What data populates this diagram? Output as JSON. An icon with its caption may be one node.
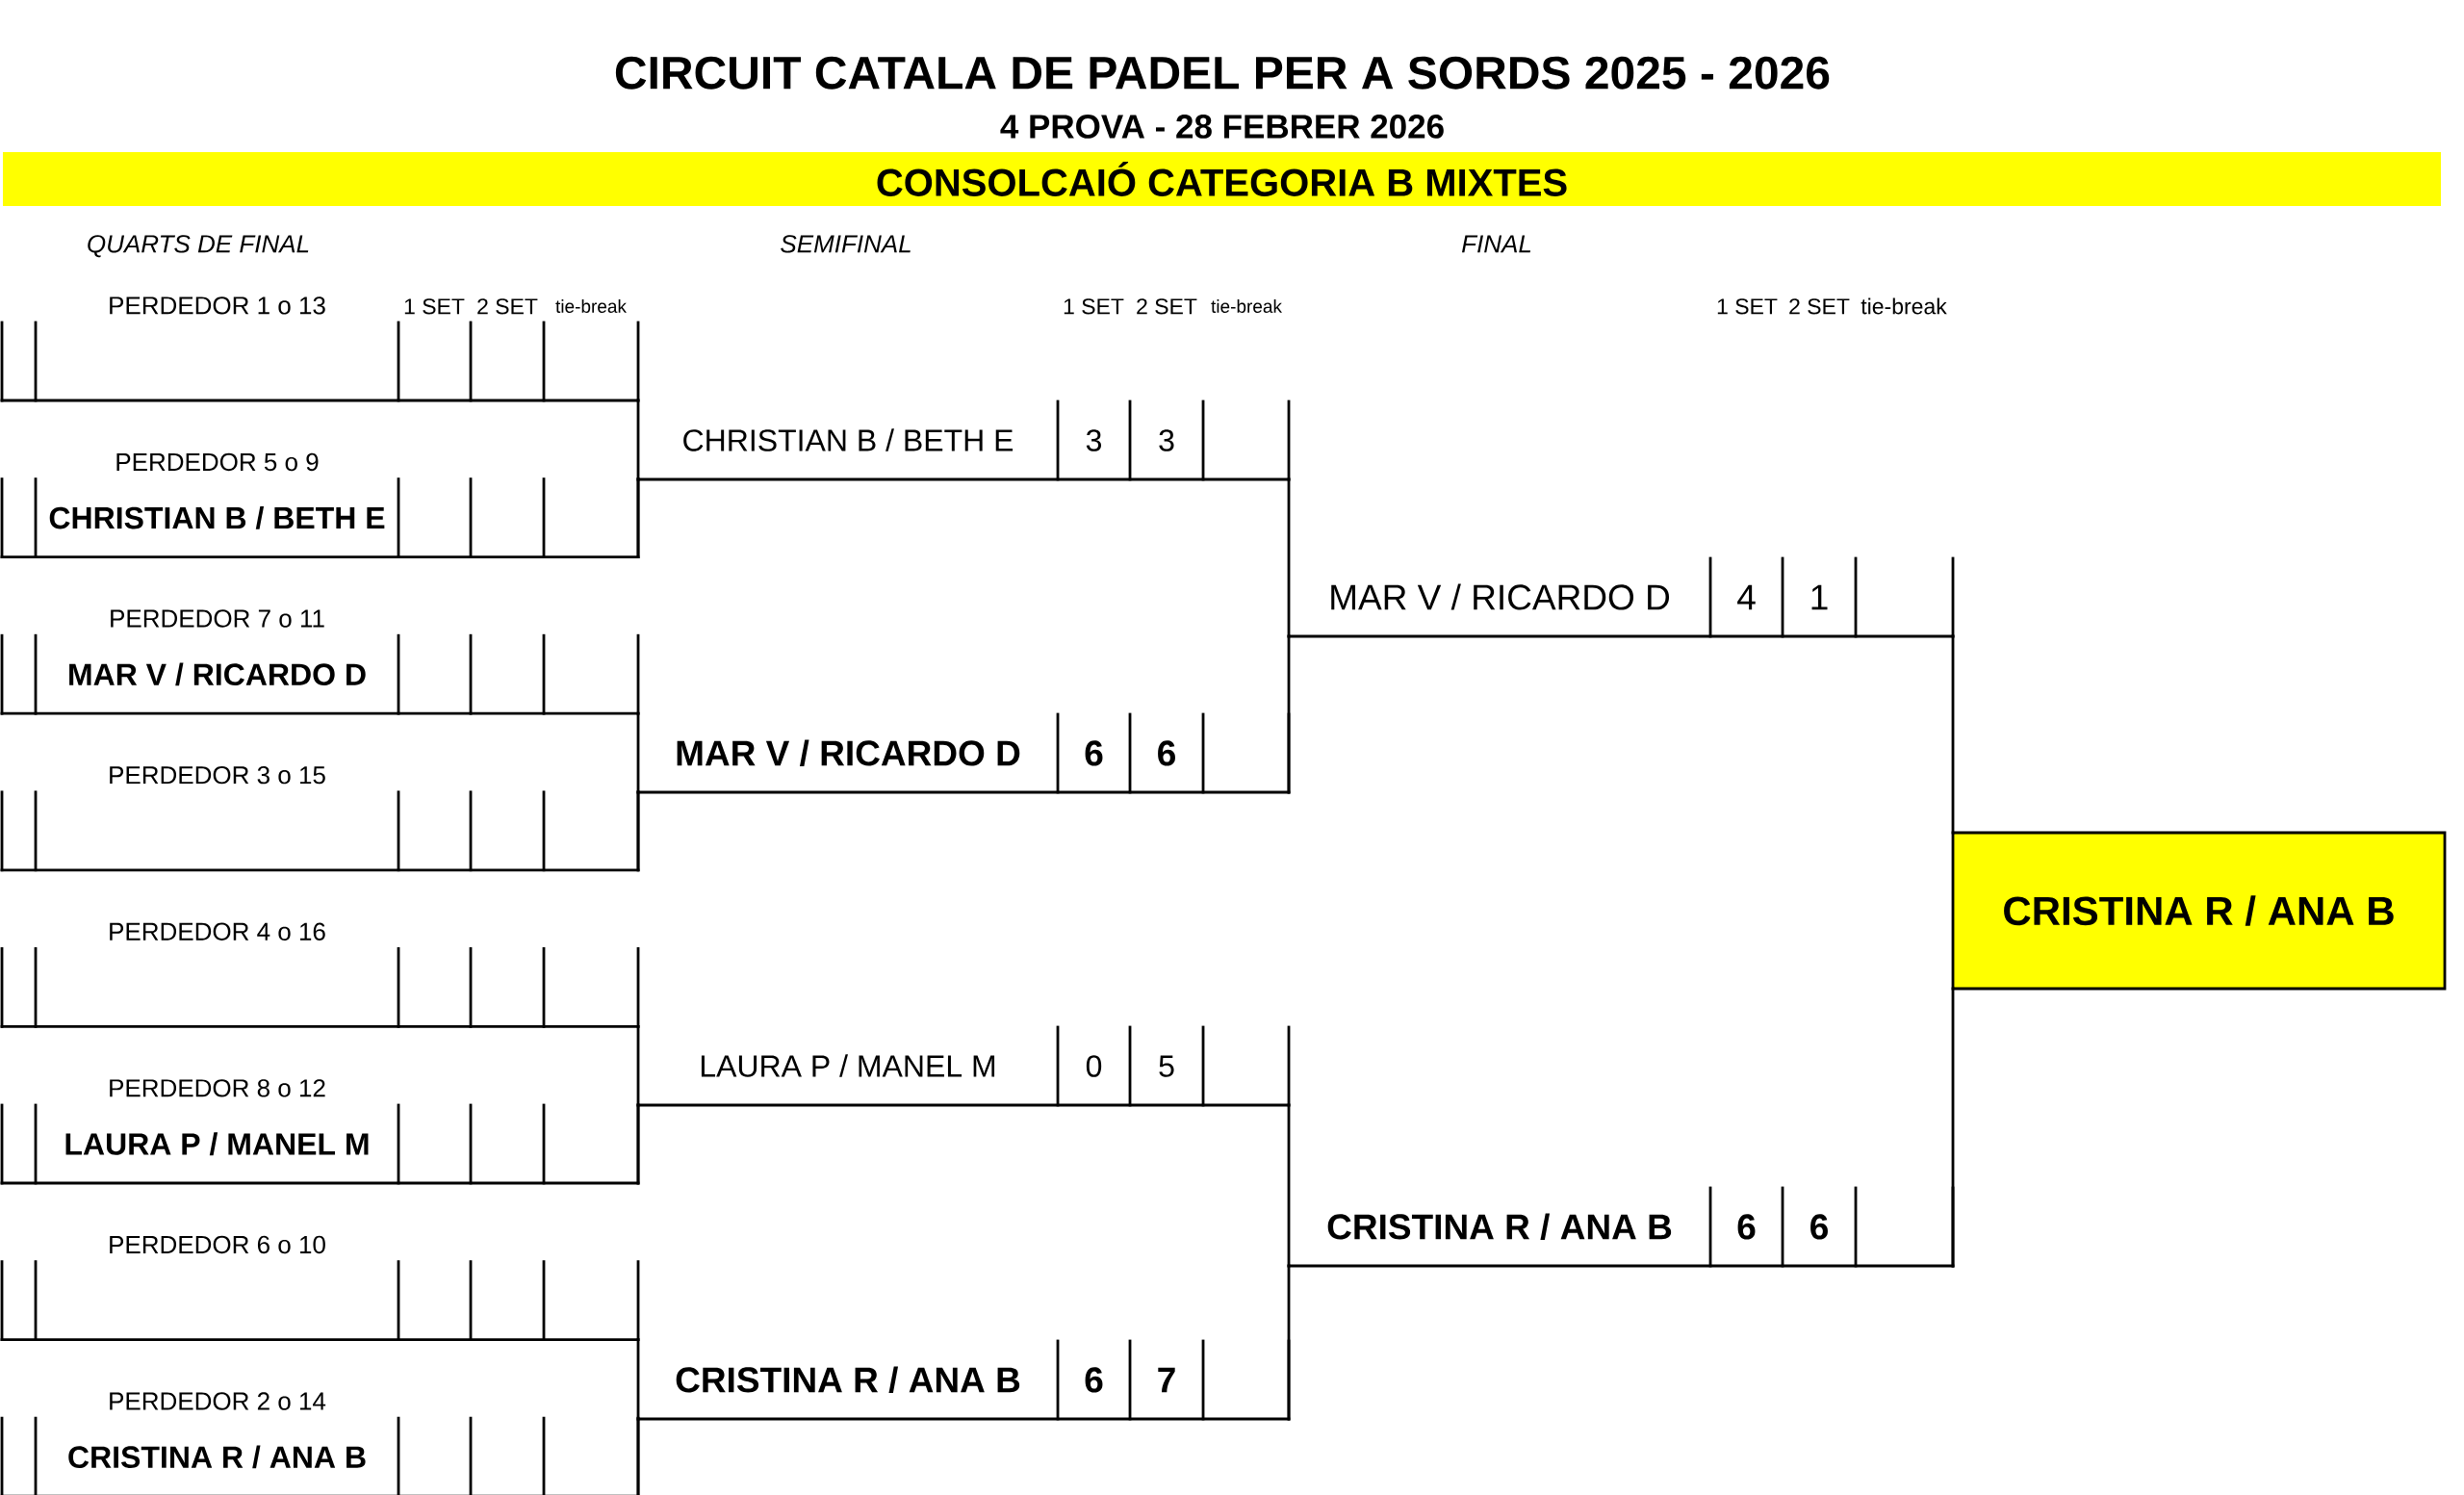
{
  "diagram": {
    "title": "CIRCUIT CATALA DE PADEL PER A SORDS 2025 - 2026",
    "nodes": [
      {
        "text": [
          "CONSOLCAIÓ CATEGORIA B MIXTES"
        ]
      },
      {
        "text": [
          "PERDEDOR 1 o 13"
        ]
      },
      {
        "text": [
          "PERDEDOR 5 o 9",
          "CHRISTIAN B / BETH E"
        ]
      },
      {
        "text": [
          "PERDEDOR 7 o 11",
          "MAR V / RICARDO D"
        ]
      },
      {
        "text": [
          "PERDEDOR 3 o 15"
        ]
      },
      {
        "text": [
          "PERDEDOR 4 o 16"
        ]
      },
      {
        "text": [
          "PERDEDOR 8 o 12",
          "LAURA P / MANEL M"
        ]
      },
      {
        "text": [
          "PERDEDOR 6 o 10"
        ]
      },
      {
        "text": [
          "PERDEDOR 2 o 14",
          "CRISTINA R / ANA B"
        ]
      },
      {
        "text": [
          "CHRISTIAN B / BETH E",
          "3",
          "3"
        ]
      },
      {
        "text": [
          "MAR V / RICARDO D",
          "6",
          "6"
        ]
      },
      {
        "text": [
          "LAURA P / MANEL M",
          "0",
          "5"
        ]
      },
      {
        "text": [
          "CRISTINA R / ANA B",
          "6",
          "7"
        ]
      },
      {
        "text": [
          "MAR V / RICARDO D",
          "4",
          "1"
        ]
      },
      {
        "text": [
          "CRISTINA R / ANA B",
          "6",
          "6"
        ]
      },
      {
        "text": [
          "CRISTINA R / ANA B"
        ]
      }
    ],
    "edges": [
      {
        "from": 1,
        "to": 9,
        "arrow": "none"
      },
      {
        "from": 2,
        "to": 9,
        "arrow": "none"
      },
      {
        "from": 3,
        "to": 10,
        "arrow": "none"
      },
      {
        "from": 4,
        "to": 10,
        "arrow": "none"
      },
      {
        "from": 5,
        "to": 11,
        "arrow": "none"
      },
      {
        "from": 6,
        "to": 11,
        "arrow": "none"
      },
      {
        "from": 7,
        "to": 12,
        "arrow": "none"
      },
      {
        "from": 8,
        "to": 12,
        "arrow": "none"
      },
      {
        "from": 9,
        "to": 13,
        "arrow": "none"
      },
      {
        "from": 10,
        "to": 13,
        "arrow": "none"
      },
      {
        "from": 11,
        "to": 14,
        "arrow": "none"
      },
      {
        "from": 12,
        "to": 14,
        "arrow": "none"
      },
      {
        "from": 13,
        "to": 15,
        "arrow": "none"
      },
      {
        "from": 14,
        "to": 15,
        "arrow": "none"
      }
    ],
    "labels": [
      "4 PROVA - 28 FEBRER 2026",
      "QUARTS DE FINAL",
      "SEMIFINAL",
      "FINAL",
      "1 SET",
      "2 SET",
      "tie-break",
      "1 SET",
      "2 SET",
      "tie-break",
      "1 SET",
      "2 SET",
      "tie-break"
    ]
  }
}
